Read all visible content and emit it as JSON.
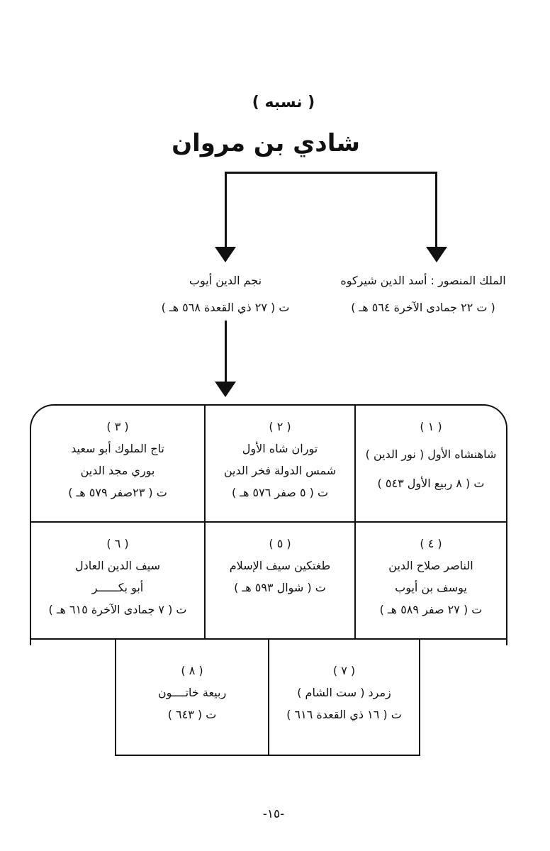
{
  "heading": "( نسبه )",
  "root": "شادي بن مروان",
  "children": [
    {
      "name": "الملك المنصور : أسد الدين شيركوه",
      "death": "( ت ٢٢ جمادى الآخرة ٥٦٤ هـ )"
    },
    {
      "name": "نجم الدين أيوب",
      "death": "ت ( ٢٧ ذي القعدة ٥٦٨ هـ )"
    }
  ],
  "grandchildren": [
    {
      "num": "( ١ )",
      "lines": [
        "شاهنشاه الأول ( نور الدين )",
        "ت ( ٨ ربيع الأول ٥٤٣ )"
      ]
    },
    {
      "num": "( ٢ )",
      "lines": [
        "توران شاه الأول",
        "شمس الدولة فخر الدين",
        "ت ( ٥ صفر ٥٧٦ هـ )"
      ]
    },
    {
      "num": "( ٣ )",
      "lines": [
        "تاج الملوك أبو سعيد",
        "بوري مجد الدين",
        "ت ( ٢٣صفر ٥٧٩ هـ )"
      ]
    },
    {
      "num": "( ٤ )",
      "lines": [
        "الناصر صلاح الدين",
        "يوسف بن أيوب",
        "ت ( ٢٧ صفر ٥٨٩ هـ )"
      ]
    },
    {
      "num": "( ٥ )",
      "lines": [
        "طغتكين سيف الإسلام",
        "ت ( شوال ٥٩٣ هـ )"
      ]
    },
    {
      "num": "( ٦ )",
      "lines": [
        "سيف الدين العادل",
        "أبو بكــــــر",
        "ت ( ٧ جمادى الآخرة ٦١٥ هـ )"
      ]
    },
    {
      "num": "( ٧ )",
      "lines": [
        "زمرد ( ست الشام )",
        "ت ( ١٦ ذي القعدة ٦١٦ )"
      ]
    },
    {
      "num": "( ٨ )",
      "lines": [
        "ربيعة خاتــــون",
        "ت ( ٦٤٣ )"
      ]
    }
  ],
  "page_number": "-١٥-"
}
